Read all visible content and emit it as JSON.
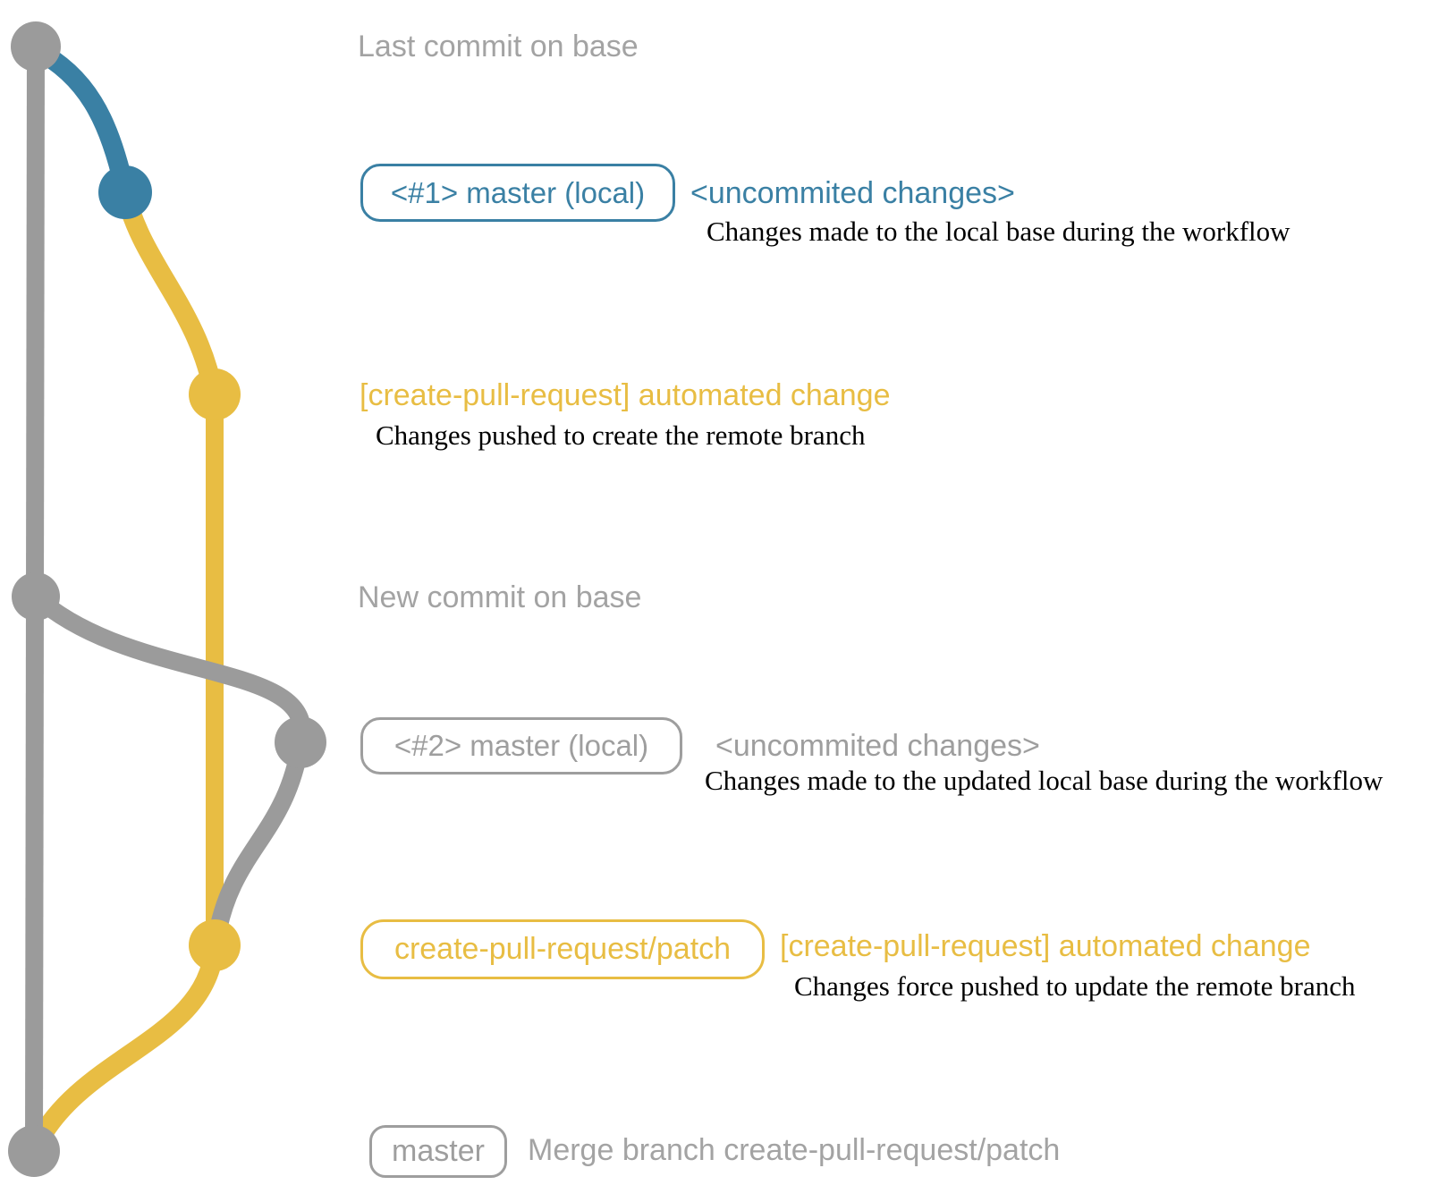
{
  "diagram_title": "create-pull-request workflow git graph",
  "colors": {
    "branch_base_gray": "#9b9b9b",
    "branch_local_blue": "#3a80a4",
    "branch_remote_yellow": "#e8bd43",
    "label_gray": "#a3a3a3",
    "badge_gray": "#9e9e9e",
    "note_black": "#000000"
  },
  "rows": {
    "row1": {
      "label": "Last commit on base"
    },
    "row2": {
      "badge": "<#1> master (local)",
      "title": "<uncommited changes>",
      "desc": "Changes made to the local base during the workflow"
    },
    "row3": {
      "title": "[create-pull-request] automated change",
      "desc": "Changes pushed to create the remote branch"
    },
    "row4": {
      "label": "New commit on base"
    },
    "row5": {
      "badge": "<#2> master (local)",
      "title": "<uncommited changes>",
      "desc": "Changes made to the updated local base during the workflow"
    },
    "row6": {
      "badge": "create-pull-request/patch",
      "title": "[create-pull-request] automated change",
      "desc": "Changes force pushed to update the remote branch"
    },
    "row7": {
      "badge": "master",
      "label": "Merge branch create-pull-request/patch"
    }
  },
  "graph": {
    "branches": [
      "base (gray)",
      "master local (blue/gray)",
      "create-pull-request/patch (yellow)"
    ],
    "commits": [
      "last commit on base",
      "uncommited changes #1 (blue)",
      "create-pull-request automated change (yellow)",
      "new commit on base",
      "uncommited changes #2 (gray)",
      "create-pull-request force-push (yellow)",
      "merge commit on master"
    ]
  }
}
